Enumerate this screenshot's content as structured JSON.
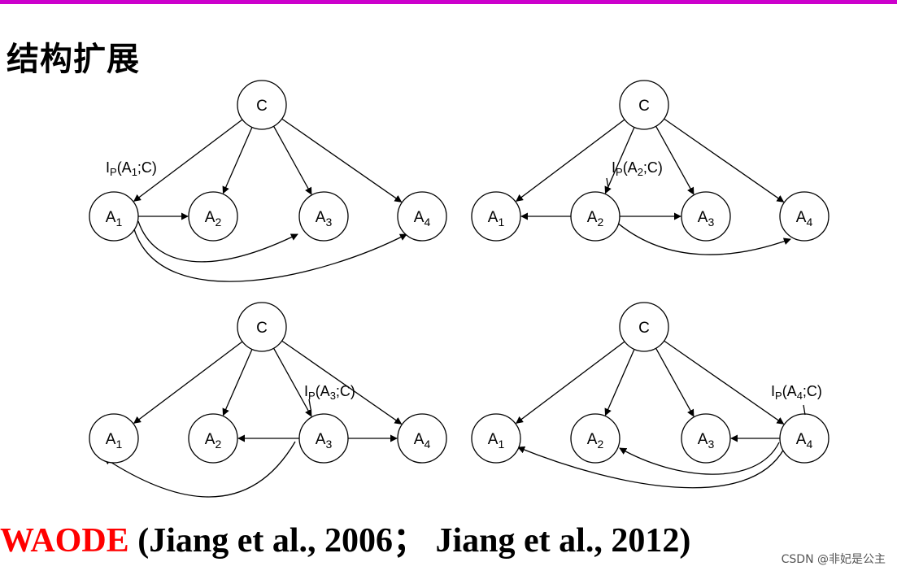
{
  "theme": {
    "accent_bar_color": "#cc00cc",
    "method_color": "#ff0000",
    "text_color": "#000000"
  },
  "slide": {
    "title": "结构扩展"
  },
  "diagrams": [
    {
      "label": "Ip(A1;C)",
      "nodes": {
        "C": "C",
        "A1": [
          "A",
          "1"
        ],
        "A2": [
          "A",
          "2"
        ],
        "A3": [
          "A",
          "3"
        ],
        "A4": [
          "A",
          "4"
        ]
      },
      "edges": [
        "C->A1",
        "C->A2",
        "C->A3",
        "C->A4",
        "A1->A2",
        "A1->A3",
        "A1->A4"
      ]
    },
    {
      "label": "Ip(A2;C)",
      "nodes": {
        "C": "C",
        "A1": [
          "A",
          "1"
        ],
        "A2": [
          "A",
          "2"
        ],
        "A3": [
          "A",
          "3"
        ],
        "A4": [
          "A",
          "4"
        ]
      },
      "edges": [
        "C->A1",
        "C->A2",
        "C->A3",
        "C->A4",
        "A2->A1",
        "A2->A3",
        "A2->A4"
      ]
    },
    {
      "label": "Ip(A3;C)",
      "nodes": {
        "C": "C",
        "A1": [
          "A",
          "1"
        ],
        "A2": [
          "A",
          "2"
        ],
        "A3": [
          "A",
          "3"
        ],
        "A4": [
          "A",
          "4"
        ]
      },
      "edges": [
        "C->A1",
        "C->A2",
        "C->A3",
        "C->A4",
        "A3->A2",
        "A3->A4",
        "A3->A1"
      ]
    },
    {
      "label": "Ip(A4;C)",
      "nodes": {
        "C": "C",
        "A1": [
          "A",
          "1"
        ],
        "A2": [
          "A",
          "2"
        ],
        "A3": [
          "A",
          "3"
        ],
        "A4": [
          "A",
          "4"
        ]
      },
      "edges": [
        "C->A1",
        "C->A2",
        "C->A3",
        "C->A4",
        "A4->A3",
        "A4->A2",
        "A4->A1"
      ]
    }
  ],
  "citation": {
    "method": "WAODE",
    "refs": " (Jiang et al., 2006；  Jiang et al., 2012)"
  },
  "watermark": "CSDN @非妃是公主"
}
